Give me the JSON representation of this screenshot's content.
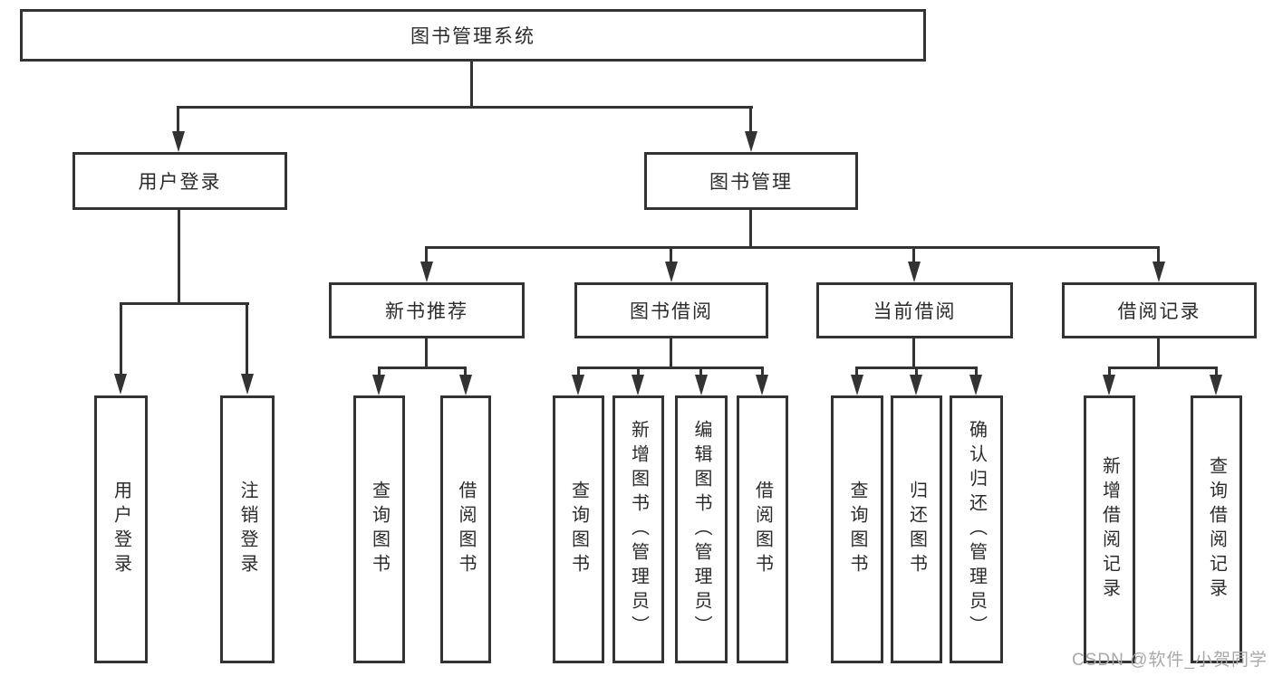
{
  "diagram": {
    "root": {
      "label": "图书管理系统"
    },
    "level2": [
      {
        "label": "用户登录"
      },
      {
        "label": "图书管理"
      }
    ],
    "level3": [
      {
        "label": "新书推荐"
      },
      {
        "label": "图书借阅"
      },
      {
        "label": "当前借阅"
      },
      {
        "label": "借阅记录"
      }
    ],
    "leaves": {
      "user_login": [
        "用户登录",
        "注销登录"
      ],
      "new_book": [
        "查询图书",
        "借阅图书"
      ],
      "book_borrow": [
        "查询图书",
        "新增图书（管理员）",
        "编辑图书（管理员）",
        "借阅图书"
      ],
      "current_borrow": [
        "查询图书",
        "归还图书",
        "确认归还（管理员）"
      ],
      "records": [
        "新增借阅记录",
        "查询借阅记录"
      ]
    },
    "watermark": "CSDN @软件_小贺同学",
    "colors": {
      "line": "#333333",
      "text": "#2b2b2b",
      "watermark": "#a8a8a8",
      "background": "#ffffff"
    }
  }
}
